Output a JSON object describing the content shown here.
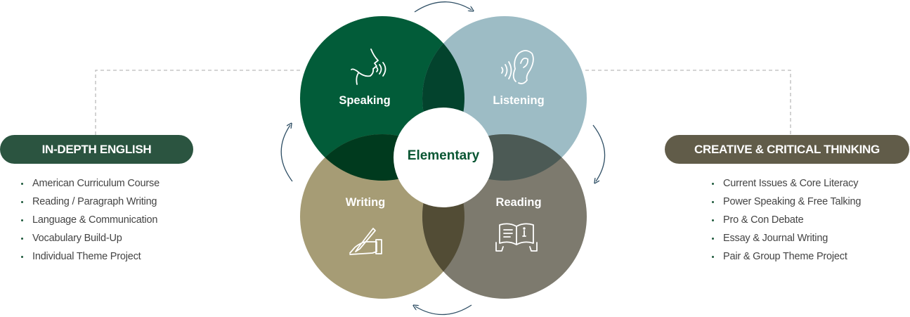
{
  "center": {
    "label": "Elementary"
  },
  "circles": {
    "speaking": {
      "label": "Speaking",
      "icon": "speaking-face-icon",
      "color": "#025c39"
    },
    "listening": {
      "label": "Listening",
      "icon": "ear-icon",
      "color": "#9dbcc5"
    },
    "writing": {
      "label": "Writing",
      "icon": "hand-writing-icon",
      "color": "#a69c75"
    },
    "reading": {
      "label": "Reading",
      "icon": "open-book-icon",
      "color": "#7d7a6e"
    }
  },
  "left_panel": {
    "title": "IN-DEPTH ENGLISH",
    "color": "#2b5440",
    "items": [
      "American Curriculum Course",
      "Reading / Paragraph Writing",
      "Language & Communication",
      "Vocabulary Build-Up",
      "Individual Theme Project"
    ]
  },
  "right_panel": {
    "title": "CREATIVE & CRITICAL THINKING",
    "color": "#615c49",
    "items": [
      "Current Issues & Core Literacy",
      "Power Speaking & Free Talking",
      "Pro & Con Debate",
      "Essay & Journal Writing",
      "Pair & Group Theme Project"
    ]
  }
}
